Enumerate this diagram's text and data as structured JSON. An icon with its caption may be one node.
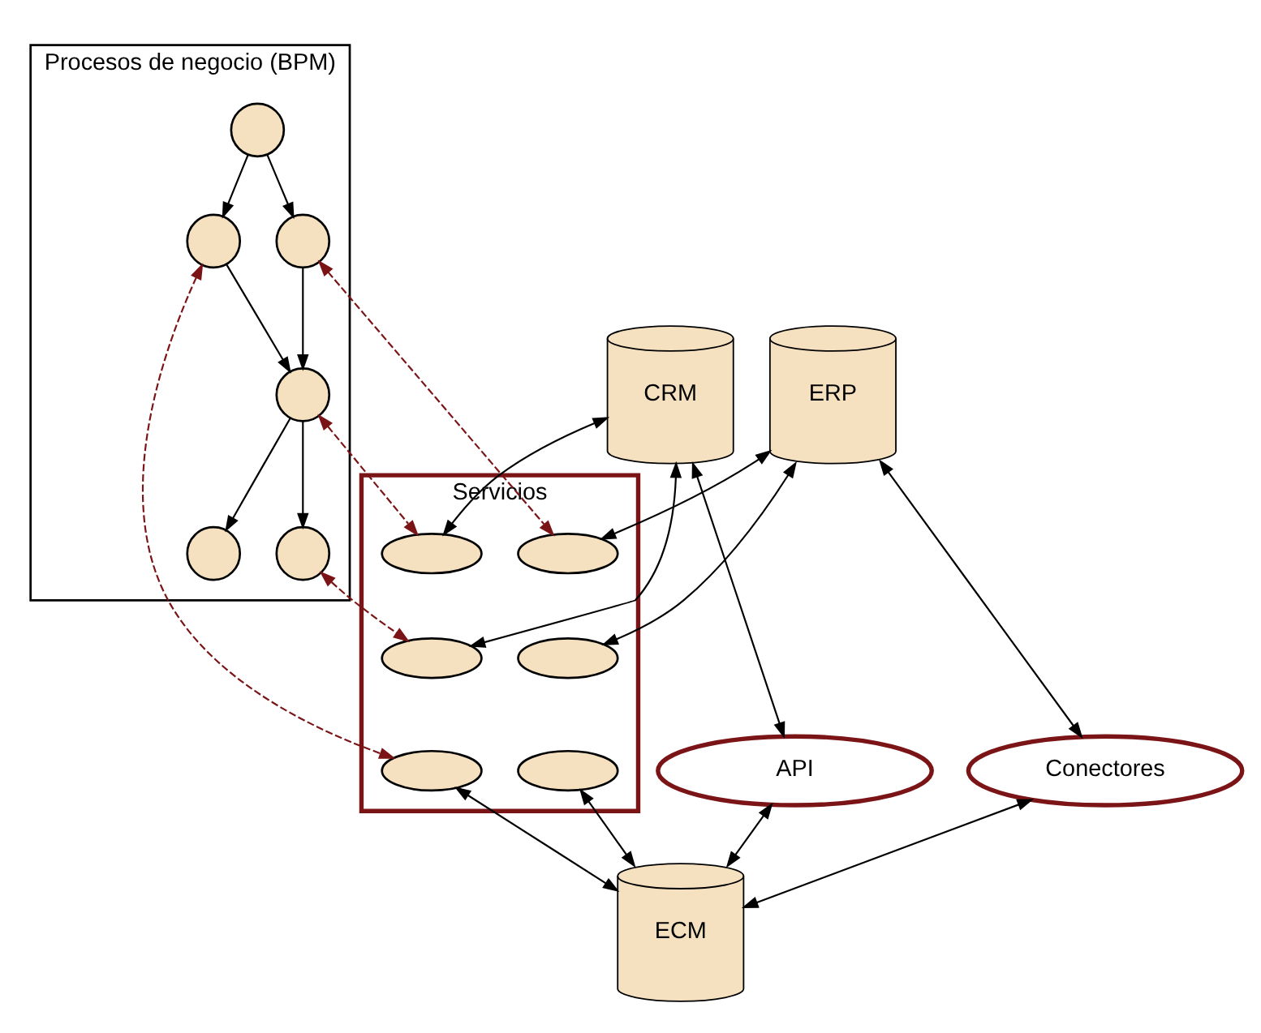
{
  "diagram": {
    "nodes": [
      {
        "text": [
          "Procesos de negocio (BPM)"
        ]
      },
      {
        "text": [],
        "shape": "circle",
        "in": 0
      },
      {
        "text": [],
        "shape": "circle",
        "in": 0
      },
      {
        "text": [],
        "shape": "circle",
        "in": 0
      },
      {
        "text": [],
        "shape": "circle",
        "in": 0
      },
      {
        "text": [],
        "shape": "circle",
        "in": 0
      },
      {
        "text": [],
        "shape": "circle",
        "in": 0
      },
      {
        "text": [
          "ERP"
        ]
      },
      {
        "text": [
          "Servicios"
        ]
      },
      {
        "text": [],
        "shape": "ellipse",
        "in": 8
      },
      {
        "text": [],
        "shape": "ellipse",
        "in": 8
      },
      {
        "text": [],
        "shape": "ellipse",
        "in": 8
      },
      {
        "text": [],
        "shape": "ellipse",
        "in": 8
      },
      {
        "text": [],
        "shape": "ellipse",
        "in": 8
      },
      {
        "text": [],
        "shape": "ellipse",
        "in": 8
      },
      {
        "text": [
          "CRM"
        ]
      },
      {
        "text": [
          "Conectores"
        ]
      },
      {
        "text": [
          "API"
        ]
      },
      {
        "text": [
          "ECM"
        ]
      }
    ],
    "edges": [
      {
        "from": 1,
        "to": 3,
        "arrow": "to"
      },
      {
        "from": 1,
        "to": 2,
        "arrow": "to"
      },
      {
        "from": 3,
        "to": 4,
        "arrow": "to"
      },
      {
        "from": 2,
        "to": 4,
        "arrow": "to"
      },
      {
        "from": 4,
        "to": 6,
        "arrow": "to"
      },
      {
        "from": 4,
        "to": 5,
        "arrow": "to"
      },
      {
        "from": 2,
        "to": 9,
        "arrow": "both",
        "style": "dashed",
        "color": "#7b1416"
      },
      {
        "from": 3,
        "to": 14,
        "arrow": "both",
        "style": "dashed",
        "color": "#7b1416"
      },
      {
        "from": 4,
        "to": 10,
        "arrow": "both",
        "style": "dashed",
        "color": "#7b1416"
      },
      {
        "from": 5,
        "to": 12,
        "arrow": "both",
        "style": "dashed",
        "color": "#7b1416"
      },
      {
        "from": 7,
        "to": 9,
        "arrow": "both"
      },
      {
        "from": 7,
        "to": 11,
        "arrow": "both"
      },
      {
        "from": 15,
        "to": 10,
        "arrow": "both"
      },
      {
        "from": 15,
        "to": 12,
        "arrow": "both"
      },
      {
        "from": 7,
        "to": 16,
        "arrow": "both"
      },
      {
        "from": 15,
        "to": 17,
        "arrow": "both"
      },
      {
        "from": 13,
        "to": 18,
        "arrow": "both"
      },
      {
        "from": 14,
        "to": 18,
        "arrow": "both"
      },
      {
        "from": 16,
        "to": 18,
        "arrow": "both"
      },
      {
        "from": 17,
        "to": 18,
        "arrow": "both"
      }
    ]
  }
}
